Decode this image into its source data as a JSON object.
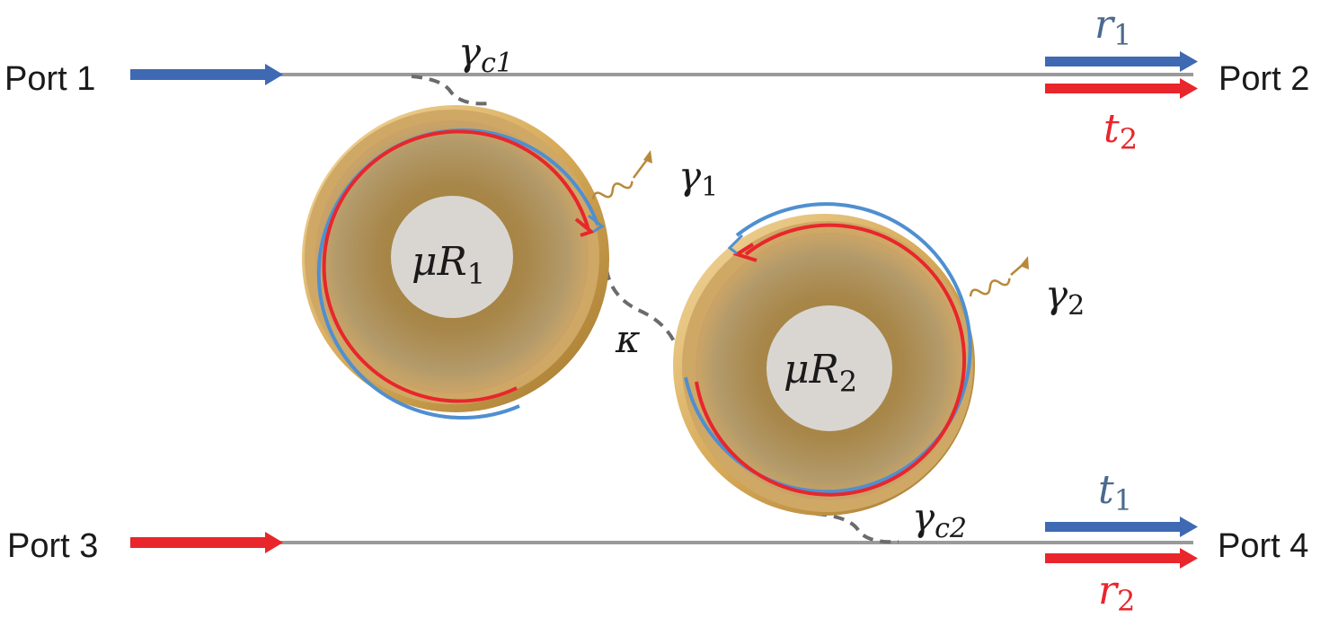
{
  "ports": {
    "port1": "Port 1",
    "port2": "Port 2",
    "port3": "Port 3",
    "port4": "Port 4"
  },
  "resonators": {
    "r1": {
      "symbol": "μR",
      "index": "1"
    },
    "r2": {
      "symbol": "μR",
      "index": "2"
    }
  },
  "couplings": {
    "gamma_c1": {
      "symbol": "γ",
      "index": "c1"
    },
    "gamma_c2": {
      "symbol": "γ",
      "index": "c2"
    },
    "gamma_1": {
      "symbol": "γ",
      "index": "1"
    },
    "gamma_2": {
      "symbol": "γ",
      "index": "2"
    },
    "kappa": {
      "symbol": "κ"
    }
  },
  "outputs": {
    "r1": {
      "symbol": "r",
      "index": "1"
    },
    "t2": {
      "symbol": "t",
      "index": "2"
    },
    "t1": {
      "symbol": "t",
      "index": "1"
    },
    "r2": {
      "symbol": "r",
      "index": "2"
    }
  },
  "colors": {
    "blue": "#3f69b3",
    "red": "#e8262b",
    "waveguide": "#9a9a9a",
    "dashed": "#6b6b6b",
    "gold": "#b8893a",
    "core": "#d9d6d2",
    "dark_text": "#1a1a1a",
    "blue_text": "#4a6a8f"
  }
}
